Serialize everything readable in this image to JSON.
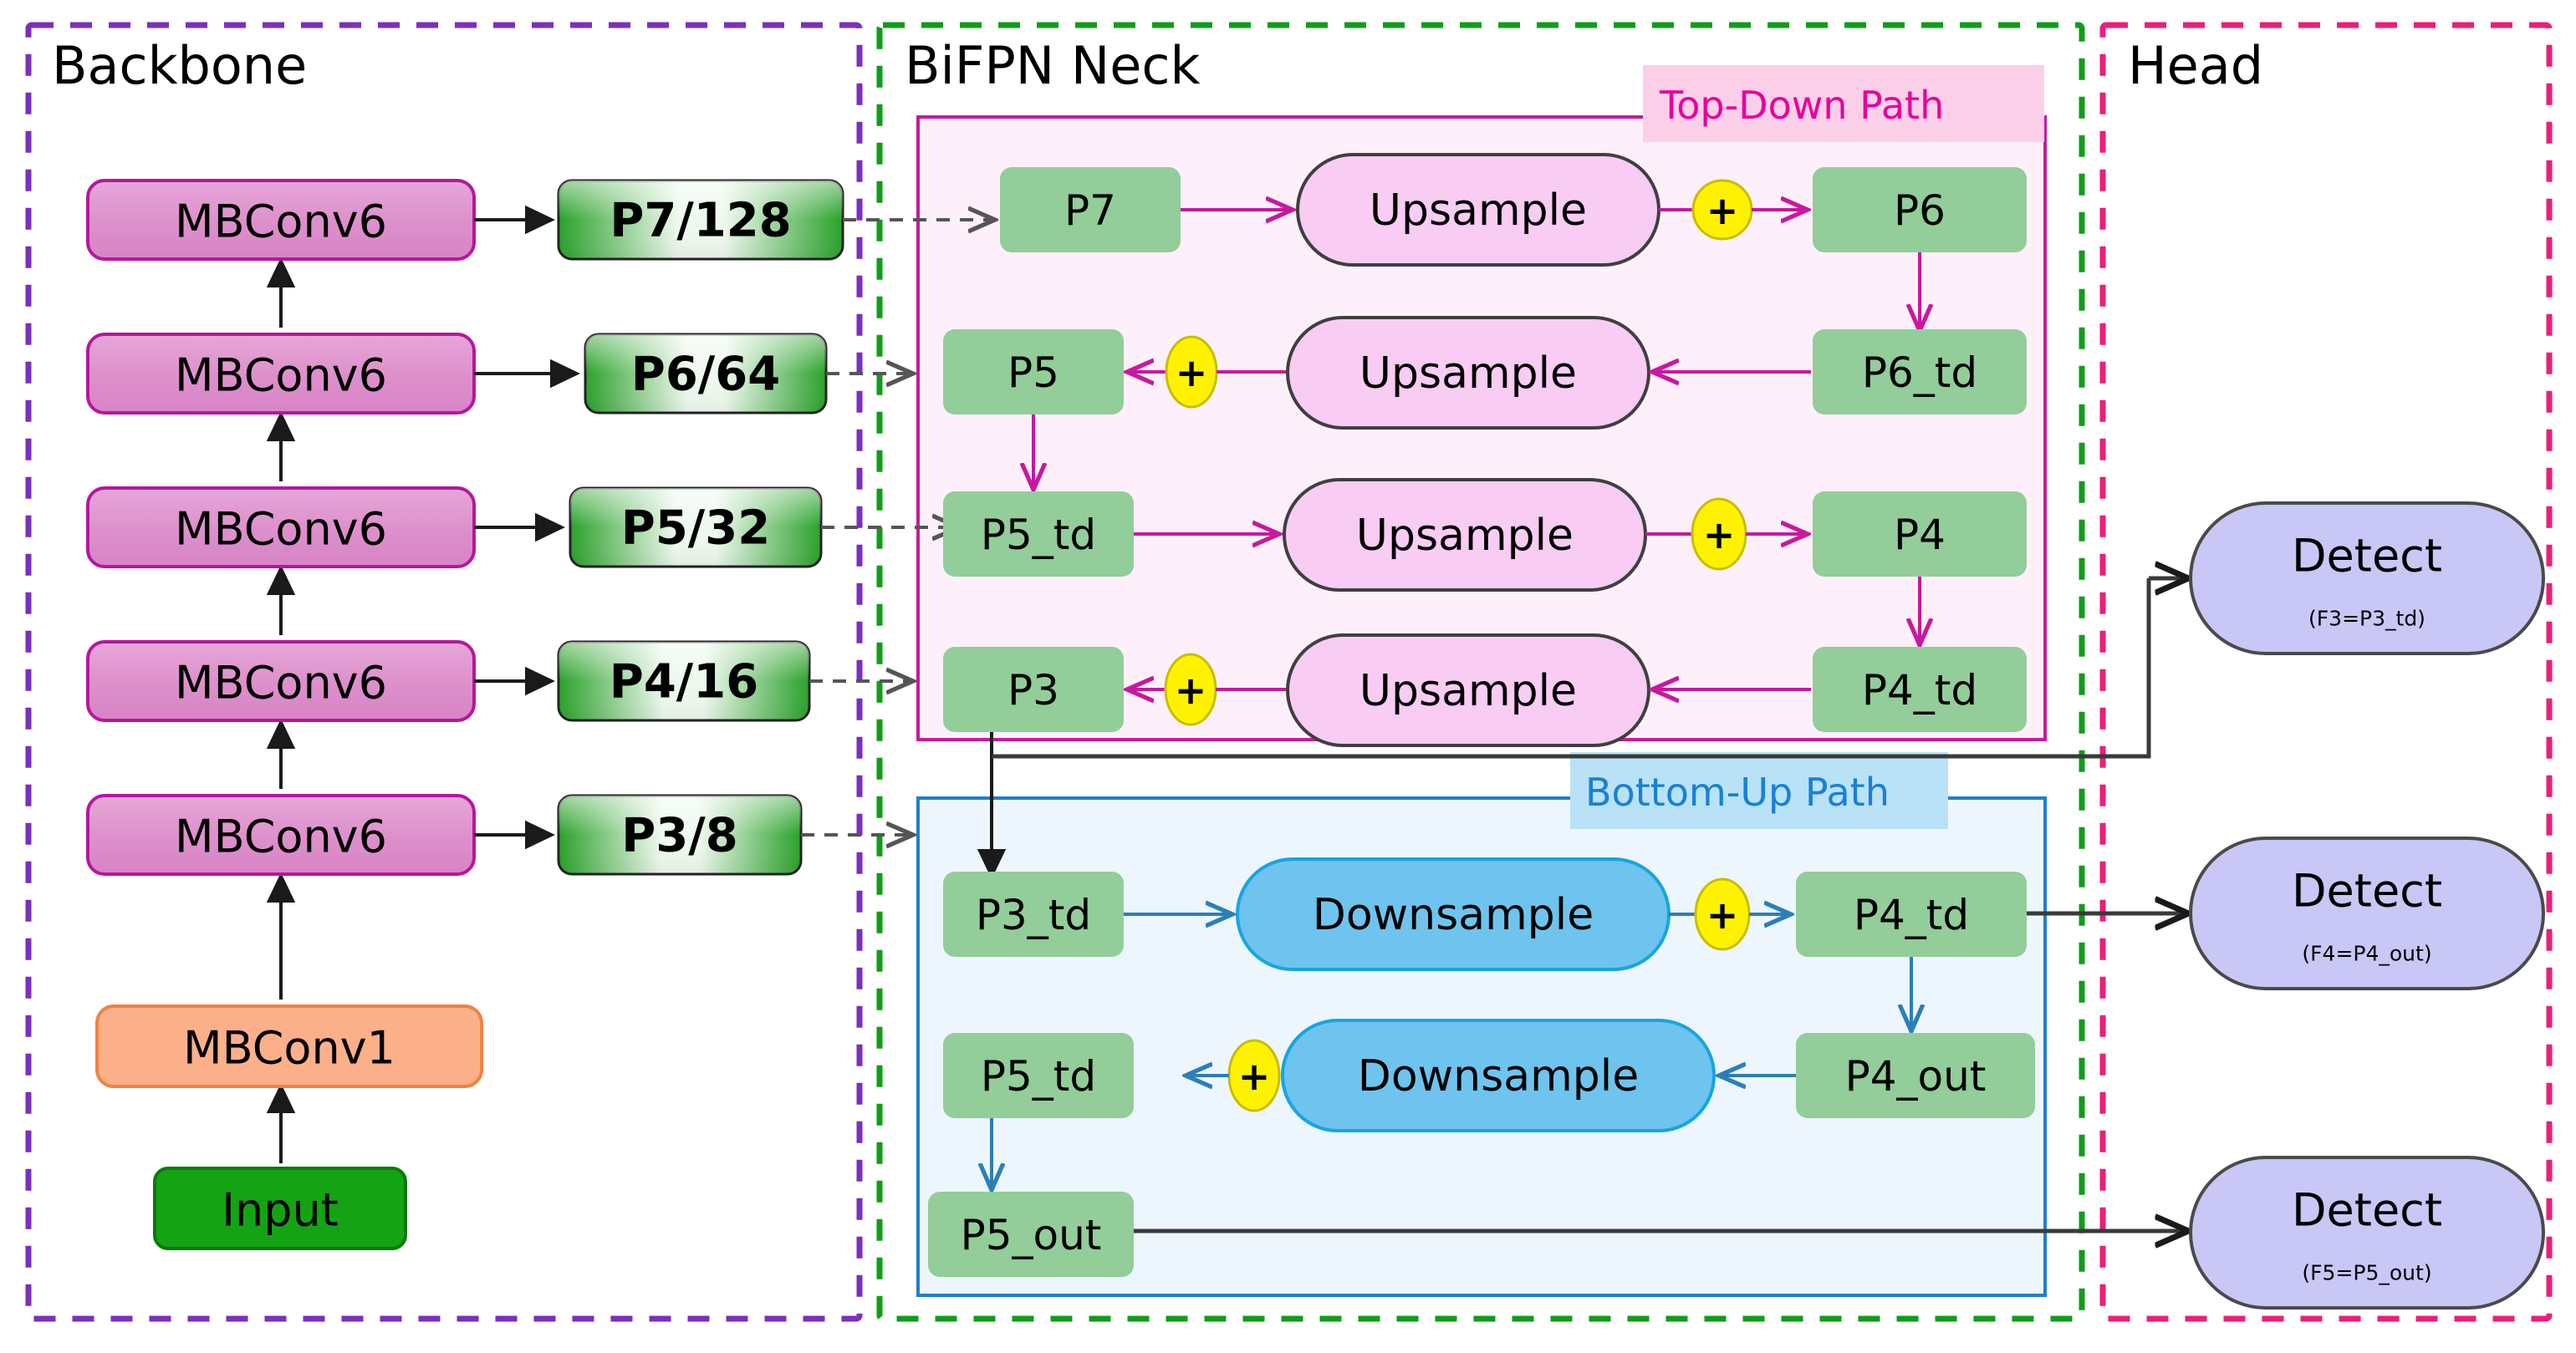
{
  "sections": {
    "backbone": {
      "title": "Backbone",
      "border_color": "#7b2fbe"
    },
    "neck": {
      "title": "BiFPN Neck",
      "border_color": "#0f9e18"
    },
    "head": {
      "title": "Head",
      "border_color": "#ec1croute"
    }
  },
  "section_titles": {
    "backbone": "Backbone",
    "neck": "BiFPN Neck",
    "head": "Head"
  },
  "path_labels": {
    "top_down": "Top-Down Path",
    "bottom_up": "Bottom-Up Path"
  },
  "backbone": {
    "stages": [
      {
        "label": "MBConv6"
      },
      {
        "label": "MBConv6"
      },
      {
        "label": "MBConv6"
      },
      {
        "label": "MBConv6"
      },
      {
        "label": "MBConv6"
      }
    ],
    "stem": {
      "label": "MBConv1"
    },
    "input": {
      "label": "Input"
    },
    "feature_maps": [
      {
        "label": "P7/128"
      },
      {
        "label": "P6/64"
      },
      {
        "label": "P5/32"
      },
      {
        "label": "P4/16"
      },
      {
        "label": "P3/8"
      }
    ]
  },
  "top_down": {
    "rows": [
      {
        "left": "P7",
        "op": "Upsample",
        "right": "P6"
      },
      {
        "left": "P5",
        "op": "Upsample",
        "right": "P6_td"
      },
      {
        "left": "P5_td",
        "op": "Upsample",
        "right": "P4"
      },
      {
        "left": "P3",
        "op": "Upsample",
        "right": "P4_td"
      }
    ],
    "plus": "+"
  },
  "bottom_up": {
    "rows": [
      {
        "left": "P3_td",
        "op": "Downsample",
        "right": "P4_td"
      },
      {
        "left": "P5_td",
        "op": "Downsample",
        "right": "P4_out"
      }
    ],
    "out": "P5_out",
    "plus": "+"
  },
  "head": {
    "detectors": [
      {
        "title": "Detect",
        "subtitle": "(F3=P3_td)"
      },
      {
        "title": "Detect",
        "subtitle": "(F4=P4_out)"
      },
      {
        "title": "Detect",
        "subtitle": "(F5=P5_out)"
      }
    ]
  },
  "colors": {
    "backbone_border": "#7b2fbe",
    "neck_border": "#0f9e18",
    "head_border": "#ec1e79",
    "mbconv6_fill": "#dd8fcb",
    "mbconv6_stroke": "#b5179e",
    "mbconv1_fill": "#fbb08a",
    "mbconv1_stroke": "#ef8243",
    "input_fill": "#13a313",
    "input_stroke": "#0c7a0c",
    "featuremap_light": "#e9f6e9",
    "featuremap_dark": "#2aa12a",
    "node_green": "#92cd9a",
    "upsample_fill": "#f8ccf3",
    "upsample_stroke": "#3f3f3f",
    "downsample_fill": "#6ec4ee",
    "downsample_stroke": "#16a5e0",
    "detect_fill": "#c9c7f5",
    "detect_stroke": "#4a4a4a",
    "plus_fill": "#fff200",
    "plus_stroke": "#c9bd00",
    "td_panel_fill": "#fdf0fb",
    "td_panel_stroke": "#c7199f",
    "td_tag_bg": "#fbcfe8",
    "td_tag_text": "#e8009a",
    "bu_panel_fill": "#eef6fd",
    "bu_panel_stroke": "#1f7fd0",
    "bu_tag_bg": "#b9e2f7",
    "bu_tag_text": "#1880d8",
    "arrow_pink": "#c7199f",
    "arrow_blue": "#2b7fb8",
    "arrow_black": "#1a1a1a"
  }
}
